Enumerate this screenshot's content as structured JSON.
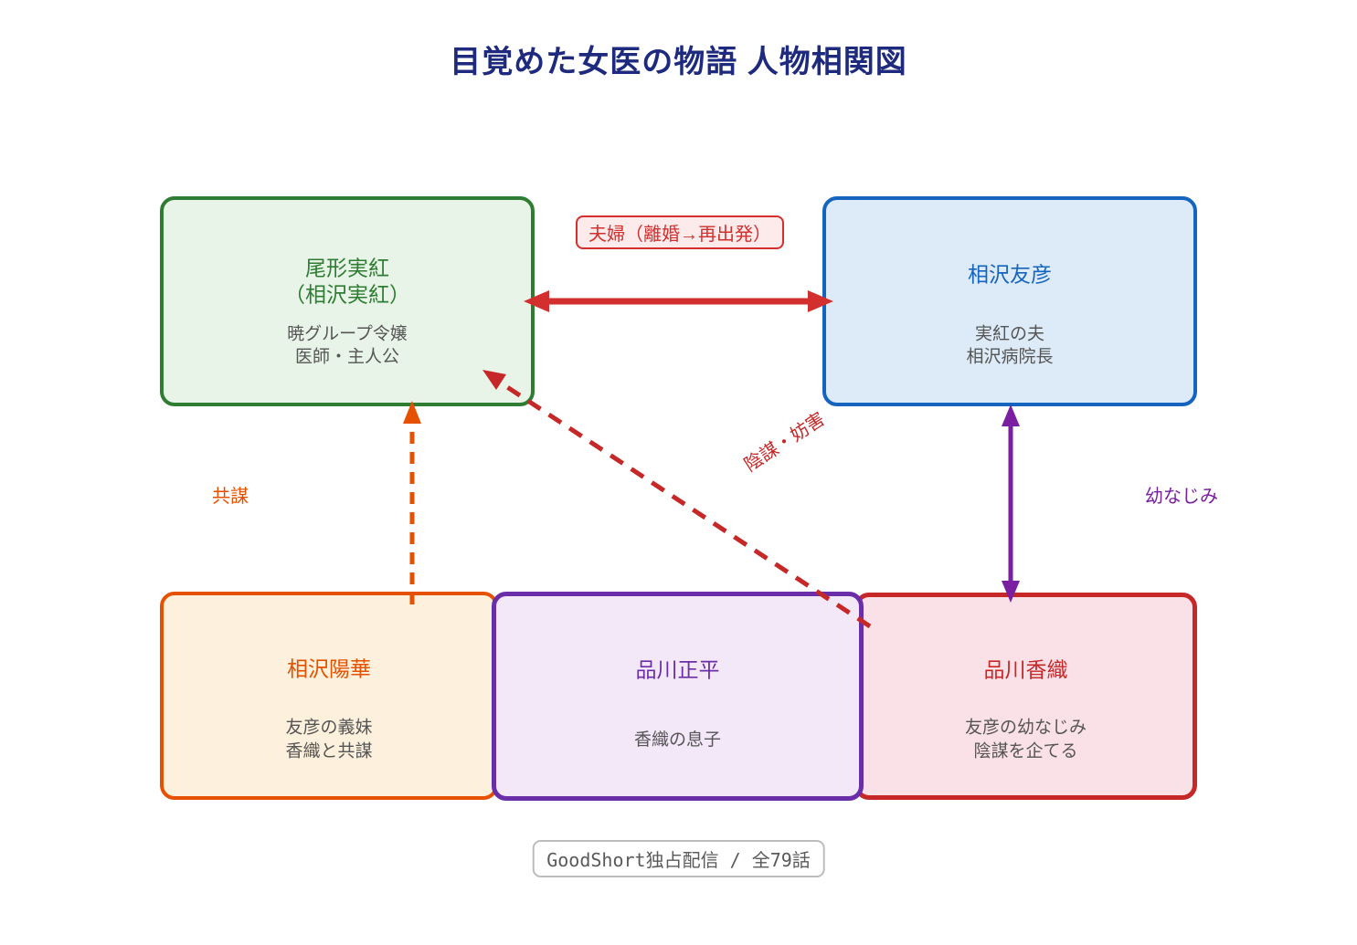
{
  "title": "目覚めた女医の物語 人物相関図",
  "characters": [
    {
      "id": "ogata-miku",
      "name": "尾形実紅\n（相沢実紅）",
      "desc": "暁グループ令嬢\n医師・主人公",
      "color": "#2e7d32"
    },
    {
      "id": "aizawa-tomohiko",
      "name": "相沢友彦",
      "desc": "実紅の夫\n相沢病院長",
      "color": "#1565c0"
    },
    {
      "id": "aizawa-haruka",
      "name": "相沢陽華",
      "desc": "友彦の義妹\n香織と共謀",
      "color": "#e65100"
    },
    {
      "id": "shinagawa-shohei",
      "name": "品川正平",
      "desc": "香織の息子",
      "color": "#6a2fa8"
    },
    {
      "id": "shinagawa-kaori",
      "name": "品川香織",
      "desc": "友彦の幼なじみ\n陰謀を企てる",
      "color": "#c62828"
    }
  ],
  "relationships": [
    {
      "type": "couple",
      "label": "夫婦（離婚→再出発）",
      "color": "#d32f2f",
      "between": [
        "尾形実紅",
        "相沢友彦"
      ],
      "style": "solid-double-arrow"
    },
    {
      "type": "conspiracy",
      "label": "共謀",
      "color": "#e65100",
      "between": [
        "相沢陽華",
        "尾形実紅"
      ],
      "style": "dashed-arrow"
    },
    {
      "type": "plot-interference",
      "label": "陰謀・妨害",
      "color": "#c62828",
      "between": [
        "品川香織",
        "尾形実紅"
      ],
      "style": "dashed-arrow"
    },
    {
      "type": "childhood-friends",
      "label": "幼なじみ",
      "color": "#7b1fa2",
      "between": [
        "相沢友彦",
        "品川香織"
      ],
      "style": "solid-double-arrow"
    }
  ],
  "footer": {
    "caption": "GoodShort独占配信 / 全79話"
  }
}
